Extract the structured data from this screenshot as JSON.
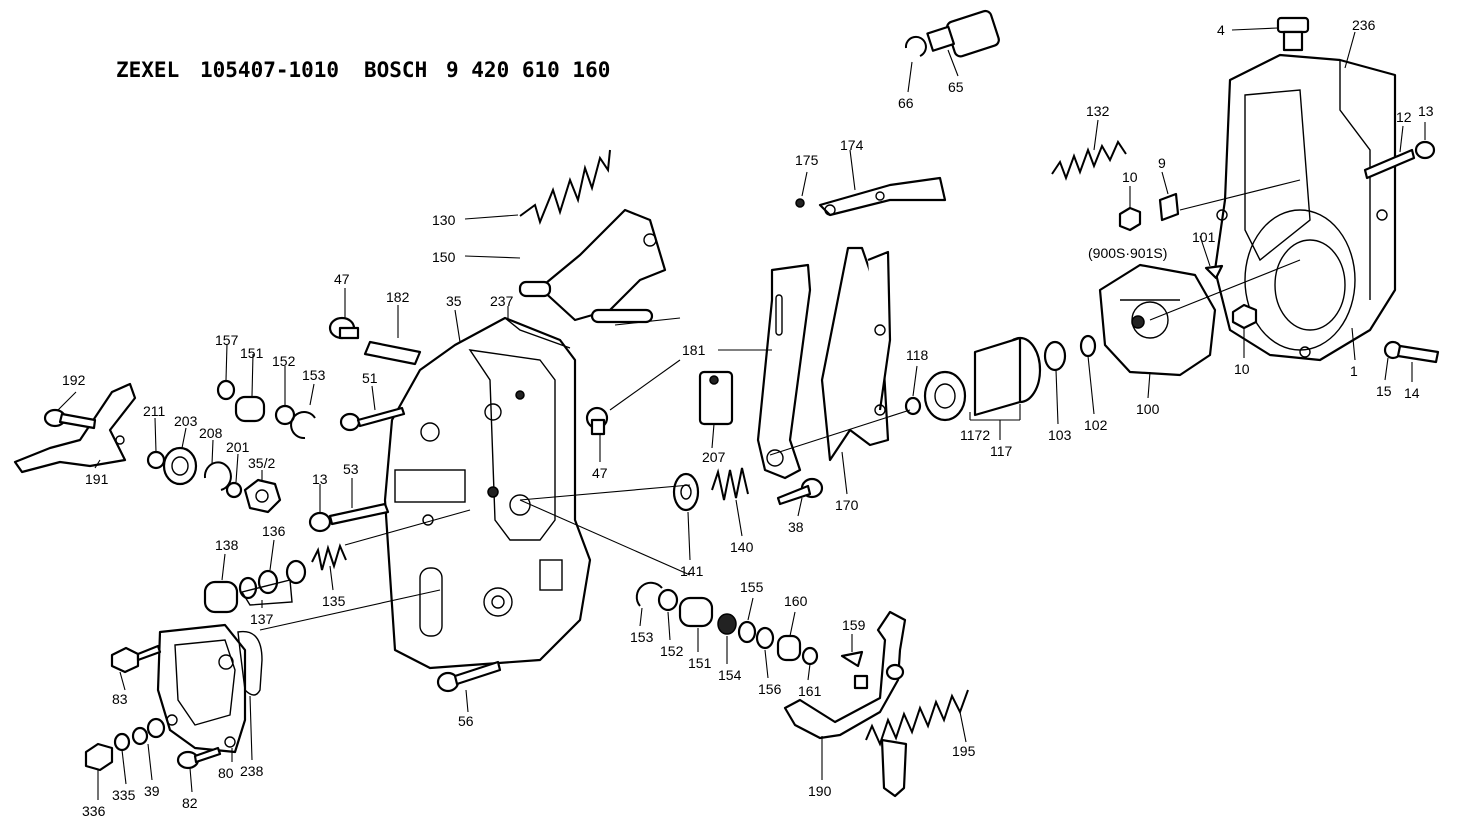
{
  "header": {
    "maker1": "ZEXEL",
    "part1": "105407-1010",
    "maker2": "BOSCH",
    "part2": "9 420 610 160"
  },
  "labels": {
    "l4": "4",
    "l236": "236",
    "l65": "65",
    "l66": "66",
    "l132": "132",
    "l12": "12",
    "l13a": "13",
    "l9": "9",
    "l10a": "10",
    "l101": "101",
    "l900": "(900S·901S)",
    "l175": "175",
    "l174": "174",
    "l130": "130",
    "l150": "150",
    "l47a": "47",
    "l182": "182",
    "l35": "35",
    "l237": "237",
    "l181": "181",
    "l157": "157",
    "l151a": "151",
    "l152a": "152",
    "l153a": "153",
    "l51": "51",
    "l192": "192",
    "l211": "211",
    "l203": "203",
    "l208": "208",
    "l201": "201",
    "l352": "35/2",
    "l13b": "13",
    "l53": "53",
    "l191": "191",
    "l118": "118",
    "l1172": "1172",
    "l117": "117",
    "l103": "103",
    "l102": "102",
    "l100": "100",
    "l10b": "10",
    "l15": "15",
    "l14": "14",
    "l1": "1",
    "l47b": "47",
    "l207": "207",
    "l138": "138",
    "l136": "136",
    "l137": "137",
    "l135": "135",
    "l141": "141",
    "l140": "140",
    "l38": "38",
    "l170": "170",
    "l153b": "153",
    "l152b": "152",
    "l151b": "151",
    "l154": "154",
    "l155": "155",
    "l156": "156",
    "l160": "160",
    "l161": "161",
    "l159": "159",
    "l83": "83",
    "l238": "238",
    "l80": "80",
    "l336": "336",
    "l335": "335",
    "l39": "39",
    "l82": "82",
    "l56": "56",
    "l190": "190",
    "l195": "195"
  }
}
